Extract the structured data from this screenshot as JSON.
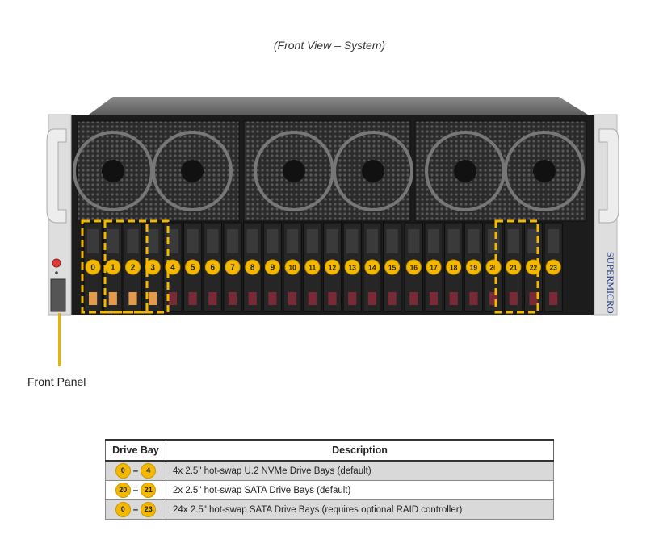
{
  "caption": "(Front View – System)",
  "front_panel_label": "Front Panel",
  "brand_text": "SUPERMICRO",
  "bay_numbers": [
    "0",
    "1",
    "2",
    "3",
    "4",
    "5",
    "6",
    "7",
    "8",
    "9",
    "10",
    "11",
    "12",
    "13",
    "14",
    "15",
    "16",
    "17",
    "18",
    "19",
    "20",
    "21",
    "22",
    "23"
  ],
  "nvme_bays": 4,
  "highlight_color": "#f5b800",
  "table": {
    "headers": {
      "bay": "Drive Bay",
      "description": "Description"
    },
    "rows": [
      {
        "from": "0",
        "to": "4",
        "description": "4x 2.5\" hot-swap U.2 NVMe Drive  Bays (default)"
      },
      {
        "from": "20",
        "to": "21",
        "description": "2x 2.5\" hot-swap SATA Drive  Bays (default)"
      },
      {
        "from": "0",
        "to": "23",
        "description": "24x 2.5\" hot-swap SATA Drive  Bays (requires  optional RAID controller)"
      }
    ]
  }
}
